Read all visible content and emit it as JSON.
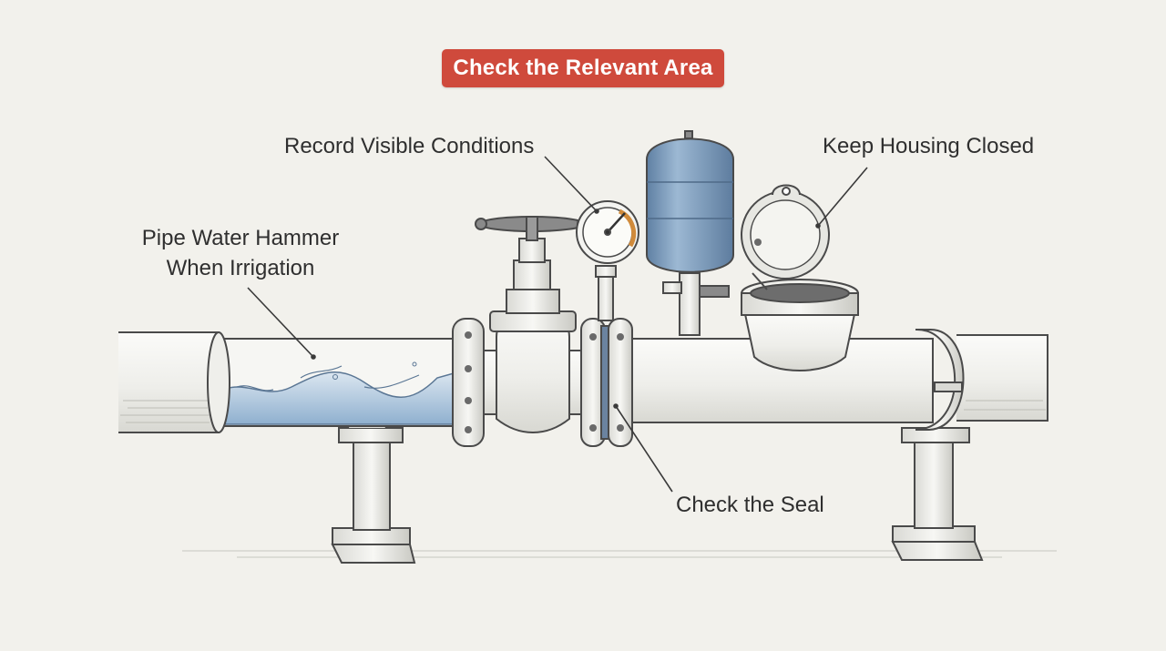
{
  "title": "Check the Relevant Area",
  "callouts": {
    "record": "Record Visible Conditions",
    "housing": "Keep Housing Closed",
    "hammer_line1": "Pipe Water Hammer",
    "hammer_line2": "When Irrigation",
    "seal": "Check the Seal"
  },
  "colors": {
    "badge": "#cf4a3c",
    "background": "#f2f1ec",
    "tank": "#7f9fbf",
    "water": "#9fb8d4",
    "gauge_arc": "#d08a3a",
    "line": "#4a4a4a"
  },
  "icons": [
    "pipe-icon",
    "gate-valve-icon",
    "pressure-gauge-icon",
    "expansion-tank-icon",
    "meter-housing-icon",
    "flange-icon",
    "pipe-support-icon"
  ]
}
